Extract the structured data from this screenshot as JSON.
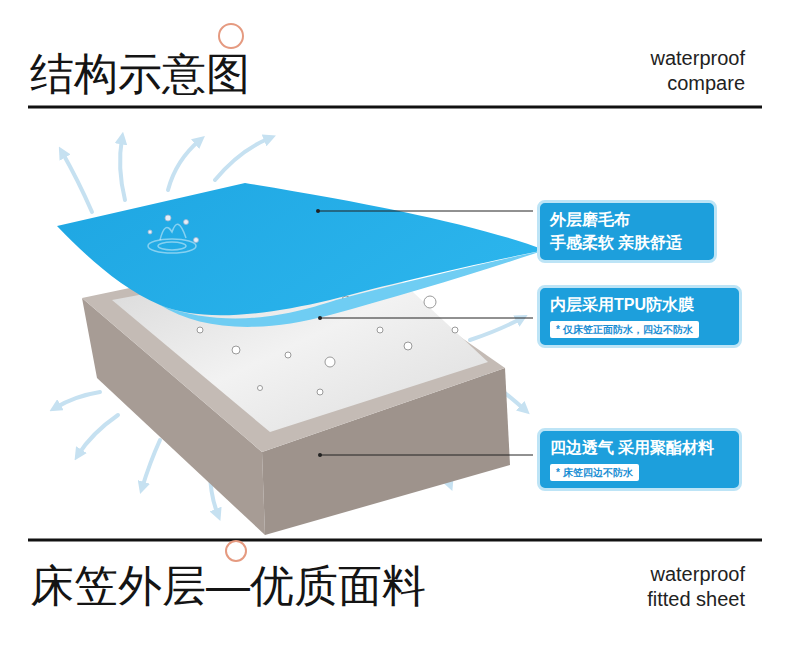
{
  "diagram": {
    "title": "结构示意图",
    "nodes": [
      {
        "text": [
          "外层磨毛布",
          "手感柔软 亲肤舒适"
        ]
      },
      {
        "text": [
          "内层采用TPU防水膜"
        ]
      },
      {
        "text": [
          "* 仅床笠正面防水，四边不防水"
        ],
        "in": 1
      },
      {
        "text": [
          "四边透气 采用聚酯材料"
        ]
      },
      {
        "text": [
          "* 床笠四边不防水"
        ],
        "in": 3
      }
    ],
    "labels": [
      "waterproof compare",
      "床笠外层—优质面料",
      "waterproof fitted sheet"
    ]
  }
}
